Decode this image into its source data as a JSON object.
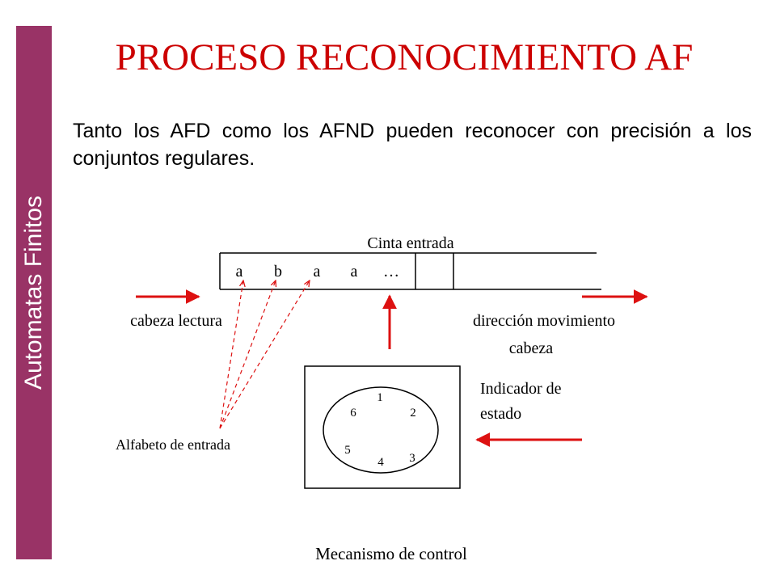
{
  "sidebar": {
    "label": "Automatas Finitos"
  },
  "title": "PROCESO RECONOCIMIENTO AF",
  "intro": "Tanto los AFD como los AFND pueden reconocer con precisión a los conjuntos regulares.",
  "diagram": {
    "tape_label": "Cinta entrada",
    "tape_cells": [
      "a",
      "b",
      "a",
      "a",
      "…",
      "",
      ""
    ],
    "head_label": "cabeza lectura",
    "direction_label_line1": "dirección movimiento",
    "direction_label_line2": "cabeza",
    "state_label_line1": "Indicador de",
    "state_label_line2": "estado",
    "alphabet_label": "Alfabeto de entrada",
    "control_label": "Mecanismo de control",
    "dial_numbers": [
      "1",
      "2",
      "3",
      "4",
      "5",
      "6"
    ],
    "colors": {
      "arrow": "#dd1111",
      "sidebar": "#993366",
      "title": "#cc0000"
    }
  }
}
